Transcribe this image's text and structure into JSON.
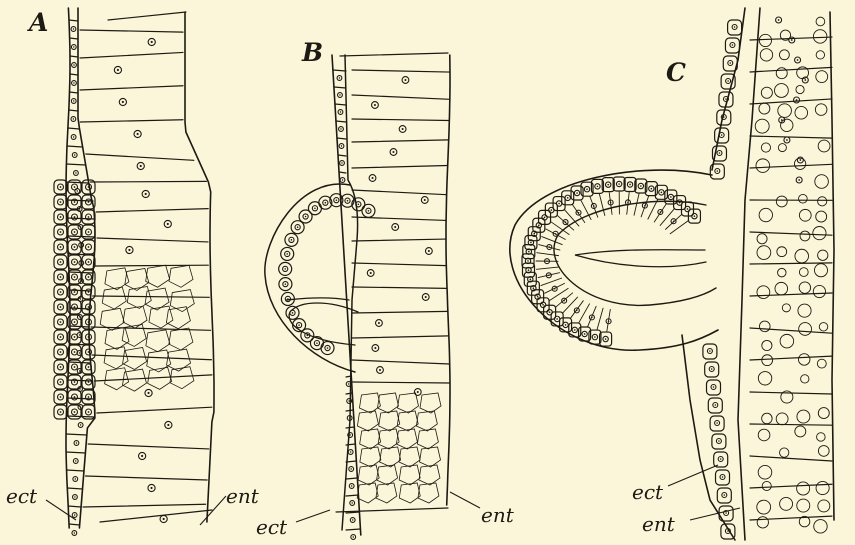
{
  "figure": {
    "panels": [
      {
        "letter": "A",
        "labels": {
          "left": "ect",
          "right": "ent"
        }
      },
      {
        "letter": "B",
        "labels": {
          "left": "ect",
          "right": "ent"
        }
      },
      {
        "letter": "C",
        "labels": {
          "upper": "ect",
          "lower": "ent"
        }
      }
    ],
    "colors": {
      "paper": "#fbf6d9",
      "ink": "#1d1a14"
    }
  }
}
